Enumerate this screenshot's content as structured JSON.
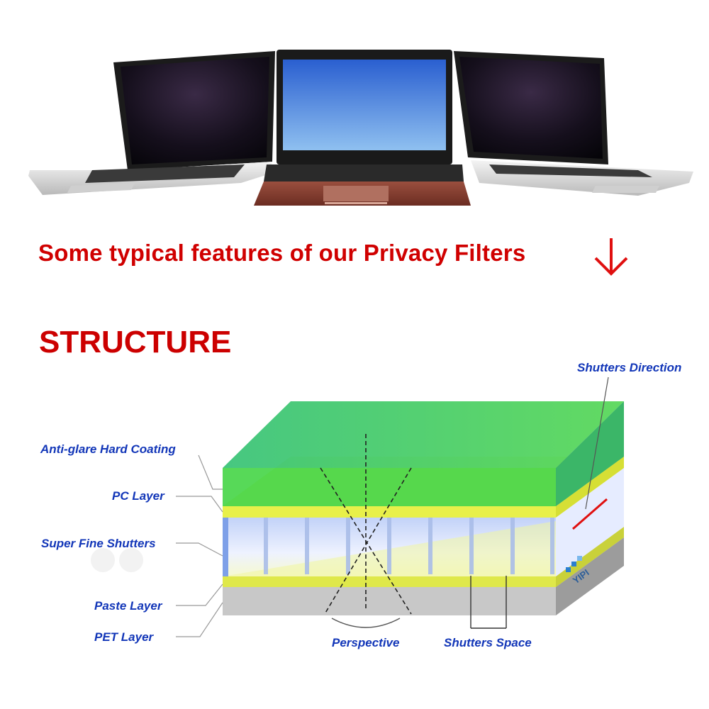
{
  "headline": "Some typical features of our Privacy Filters",
  "section_title": "STRUCTURE",
  "brand": "YIPI",
  "labels": {
    "anti_glare": "Anti-glare Hard Coating",
    "pc_layer": "PC Layer",
    "shutters": "Super Fine Shutters",
    "paste": "Paste Layer",
    "pet": "PET Layer",
    "perspective": "Perspective",
    "shutters_space": "Shutters Space",
    "shutters_direction": "Shutters Direction"
  },
  "icons": {
    "headline_arrow": "down-arrow-icon"
  },
  "colors": {
    "headline_red": "#d00000",
    "label_blue": "#1236b8",
    "coating_green": "#3fd63f",
    "pc_yellow": "#e8f04a",
    "pet_gray": "#c8c8c8",
    "direction_line": "#e01010"
  }
}
